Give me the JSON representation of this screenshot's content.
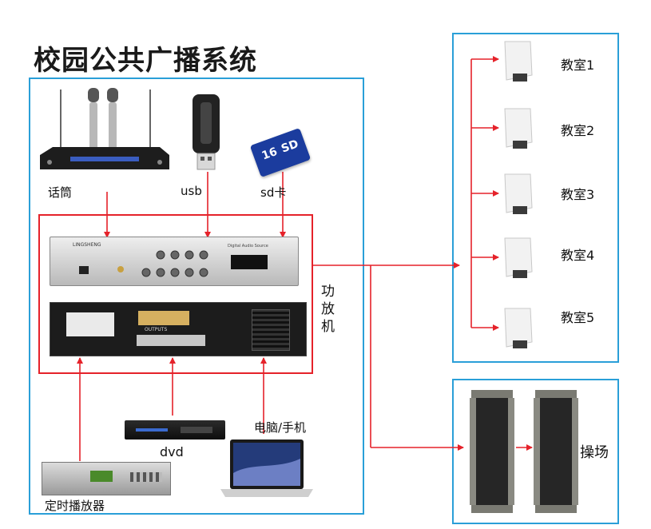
{
  "title": "校园公共广播系统",
  "sources": {
    "mic_label": "话筒",
    "usb_label": "usb",
    "sd_label": "sd卡",
    "sd_card_text": "SD",
    "sd_card_capacity": "16"
  },
  "amplifier": {
    "label": "功放机",
    "front_brand": "LINGSHENG",
    "front_panel_text": "Digital Audio Source",
    "rear_panel_text": "OUTPUTS"
  },
  "inputs_bottom": {
    "timer_label": "定时播放器",
    "dvd_label": "dvd",
    "pc_label": "电脑/手机"
  },
  "classrooms": [
    "教室1",
    "教室2",
    "教室3",
    "教室4",
    "教室5"
  ],
  "playground_label": "操场",
  "colors": {
    "frame": "#2a9fd8",
    "connector": "#e5222a"
  }
}
